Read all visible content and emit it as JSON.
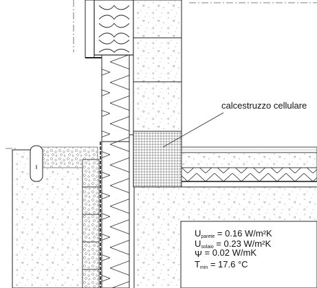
{
  "callout": {
    "label": "calcestruzzo cellulare"
  },
  "values": [
    {
      "symbol": "U",
      "subscript": "parete",
      "text": " = 0.16 W/m²K"
    },
    {
      "symbol": "U",
      "subscript": "solaio",
      "text": " = 0.23 W/m²K"
    },
    {
      "symbol": "Ψ",
      "subscript": "",
      "text": " = 0.02 W/mK"
    },
    {
      "symbol": "T",
      "subscript": "min",
      "text": " = 17.6 °C"
    }
  ]
}
